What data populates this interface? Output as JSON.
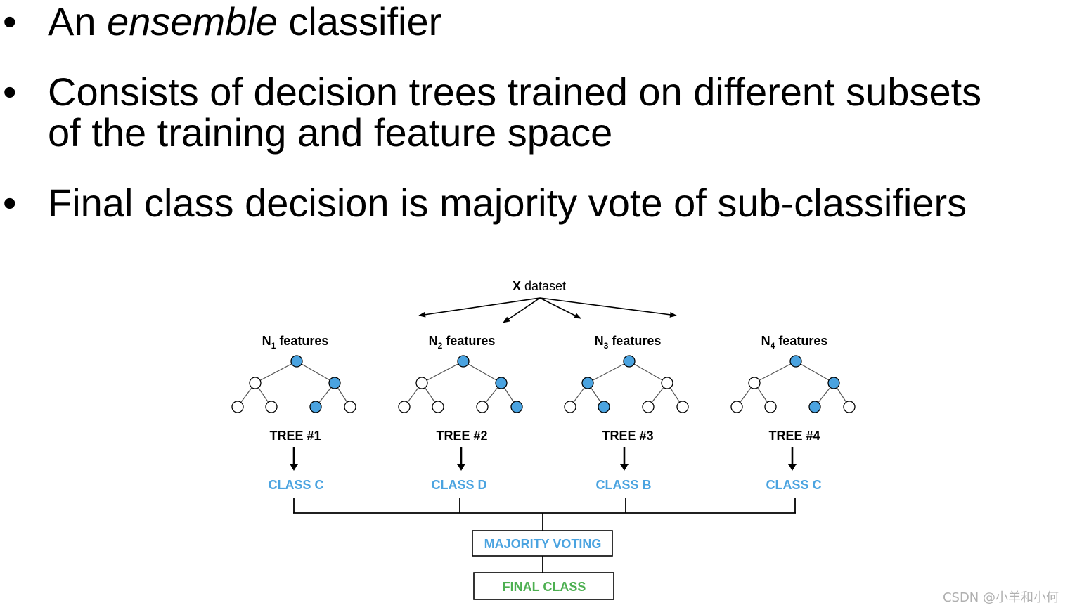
{
  "bullets": [
    {
      "pre": "An ",
      "em": "ensemble",
      "post": " classifier"
    },
    {
      "line1": "Consists of decision trees trained on different subsets",
      "line2": "of the training and feature space"
    },
    {
      "text": "Final class decision is majority vote of sub-classifiers"
    }
  ],
  "bullet_glyph": "•",
  "diagram": {
    "dataset_bold": "X",
    "dataset_rest": " dataset",
    "trees": [
      {
        "n": "N",
        "sub": "1",
        "features": " features",
        "label": "TREE #1",
        "class": "CLASS C"
      },
      {
        "n": "N",
        "sub": "2",
        "features": " features",
        "label": "TREE #2",
        "class": "CLASS D"
      },
      {
        "n": "N",
        "sub": "3",
        "features": " features",
        "label": "TREE #3",
        "class": "CLASS B"
      },
      {
        "n": "N",
        "sub": "4",
        "features": " features",
        "label": "TREE #4",
        "class": "CLASS C"
      }
    ],
    "majority": "MAJORITY VOTING",
    "final": "FINAL CLASS",
    "colors": {
      "node_fill": "#4aa3e0",
      "class_text": "#4aa3e0",
      "final_text": "#4caf50"
    }
  },
  "watermark": "CSDN @小羊和小何"
}
